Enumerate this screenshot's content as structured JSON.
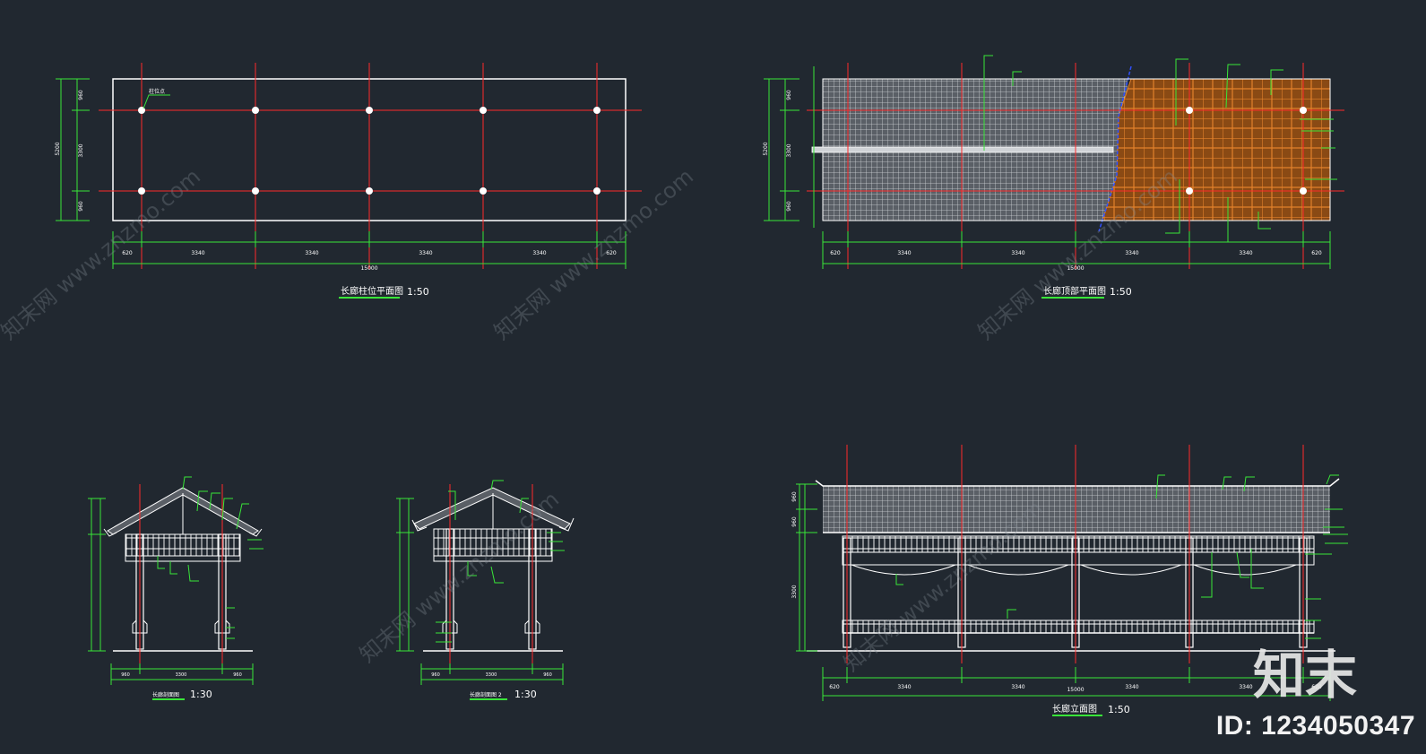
{
  "colors": {
    "bg": "#212830",
    "axis": "#ff2a2a",
    "dim": "#39e639",
    "line": "#ffffff",
    "fill": "#8a4a14",
    "fill_grid": "#e2812a",
    "label": "#ffffff"
  },
  "brand": {
    "logo": "知末",
    "id_text": "ID: 1234050347",
    "watermark": "知末网 www.znzmo.com"
  },
  "views": {
    "col_plan": {
      "title": "长廊柱位平面图",
      "scale": "1:50",
      "dims_bottom": [
        "620",
        "3340",
        "3340",
        "3340",
        "3340",
        "620"
      ],
      "dim_total": "15000",
      "dims_left": [
        "960",
        "3300",
        "960"
      ],
      "dim_left_total": "5200",
      "label": "柱位点"
    },
    "roof_plan": {
      "title": "长廊顶部平面图",
      "scale": "1:50",
      "dims_bottom": [
        "620",
        "3340",
        "3340",
        "3340",
        "3340",
        "620"
      ],
      "dim_total": "15000",
      "dims_left": [
        "960",
        "3300",
        "960"
      ],
      "dim_left_total": "5200"
    },
    "section1": {
      "title": "长廊剖面图",
      "scale": "1:30",
      "dims_bottom": [
        "960",
        "3300",
        "960"
      ]
    },
    "section2": {
      "title": "长廊剖面图 2",
      "scale": "1:30",
      "dims_bottom": [
        "960",
        "3300",
        "960"
      ]
    },
    "elevation": {
      "title": "长廊立面图",
      "scale": "1:50",
      "dims_bottom": [
        "620",
        "3340",
        "3340",
        "3340",
        "3340",
        "620"
      ],
      "dim_total": "15000",
      "dims_left": [
        "3300",
        "960",
        "960"
      ]
    }
  }
}
